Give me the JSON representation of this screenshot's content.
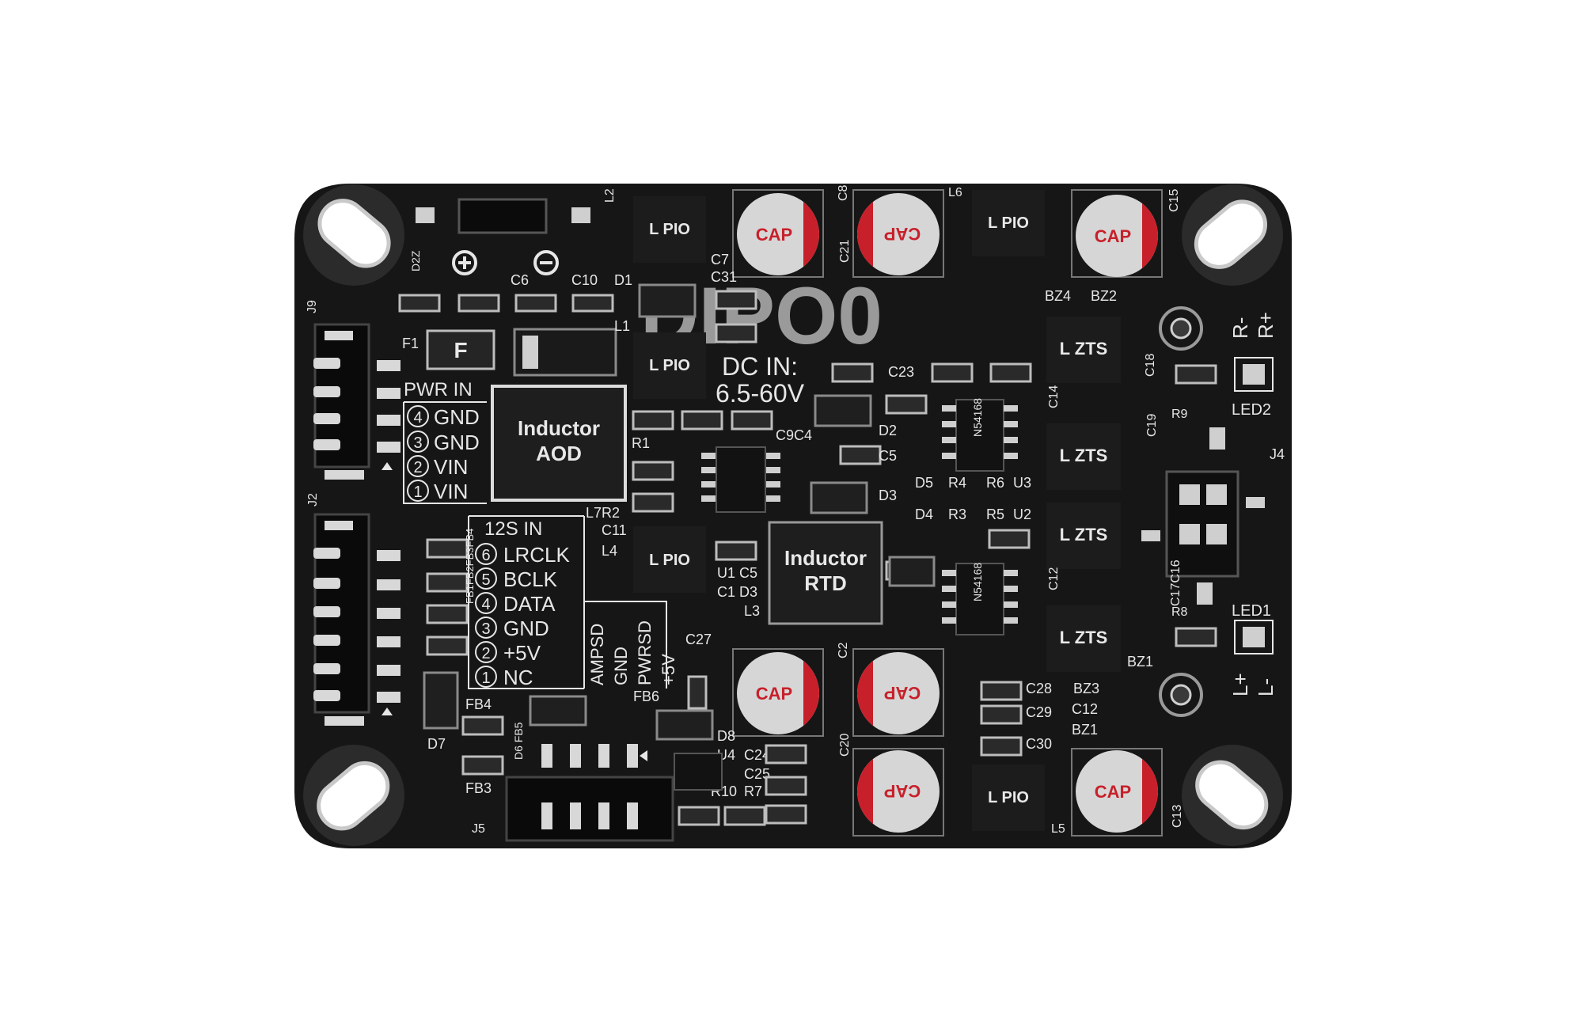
{
  "board": {
    "title": "DIPO0",
    "dc_in_line1": "DC IN:",
    "dc_in_line2": "6.5-60V",
    "colors": {
      "pcb": "#161616",
      "silkscreen": "#e6e6e6",
      "capacitor_band": "#c8202a",
      "pad": "#cfcfcf"
    }
  },
  "components": {
    "inductor_aod": {
      "line1": "Inductor",
      "line2": "AOD"
    },
    "inductor_rtd": {
      "line1": "Inductor",
      "line2": "RTD"
    },
    "fuse": "F",
    "cap_label": "CAP",
    "lpio_label": "L PIO",
    "lzts_label": "L ZTS",
    "ic_marking": "N54168"
  },
  "pwr_in": {
    "title": "PWR IN",
    "pins": [
      {
        "num": "4",
        "name": "GND"
      },
      {
        "num": "3",
        "name": "GND"
      },
      {
        "num": "2",
        "name": "VIN"
      },
      {
        "num": "1",
        "name": "VIN"
      }
    ]
  },
  "i2s_in": {
    "title": "12S IN",
    "pins": [
      {
        "num": "6",
        "name": "LRCLK"
      },
      {
        "num": "5",
        "name": "BCLK"
      },
      {
        "num": "4",
        "name": "DATA"
      },
      {
        "num": "3",
        "name": "GND"
      },
      {
        "num": "2",
        "name": "+5V"
      },
      {
        "num": "1",
        "name": "NC"
      }
    ]
  },
  "j5_pins": [
    "AMPSD",
    "GND",
    "PWRSD",
    "+5V"
  ],
  "outputs": {
    "r_minus": "R-",
    "r_plus": "R+",
    "l_plus": "L+",
    "l_minus": "L-"
  },
  "designators": {
    "j9": "J9",
    "j2": "J2",
    "j4": "J4",
    "j5": "J5",
    "l2": "L2",
    "l1": "L1",
    "l3": "L3",
    "l4": "L4",
    "l5": "L5",
    "l6": "L6",
    "l7r2": "L7R2",
    "f1": "F1",
    "c6": "C6",
    "c10": "C10",
    "d1": "D1",
    "c7": "C7",
    "c31": "C31",
    "c8": "C8",
    "c21": "C21",
    "c15": "C15",
    "c13": "C13",
    "bz4": "BZ4",
    "bz2": "BZ2",
    "c23": "C23",
    "d2": "D2",
    "c5": "C5",
    "c9c4": "C9C4",
    "r1": "R1",
    "c11": "C11",
    "d3": "D3",
    "d5": "D5",
    "r4": "R4",
    "r6": "R6",
    "u3": "U3",
    "d4": "D4",
    "r3": "R3",
    "r5": "R5",
    "u2": "U2",
    "c14": "C14",
    "c19": "C19",
    "c18": "C18",
    "r9": "R9",
    "led2": "LED2",
    "led1": "LED1",
    "r8": "R8",
    "c12": "C12",
    "c17c16": "C17C16",
    "bz1": "BZ1",
    "u1c5": "U1 C5",
    "c1d3": "C1 D3",
    "c27": "C27",
    "c2": "C2",
    "fb6": "FB6",
    "d8": "D8",
    "u4": "U4",
    "c24": "C24",
    "c25": "C25",
    "r10": "R10",
    "r7": "R7",
    "c20": "C20",
    "c28": "C28",
    "c29": "C29",
    "c30": "C30",
    "bz3": "BZ3",
    "fb4": "FB4",
    "fb3": "FB3",
    "d6fb5": "D6 FB5",
    "d7": "D7",
    "d2z": "D2Z",
    "fb_stack": "FB1FB2FB3FB4"
  }
}
